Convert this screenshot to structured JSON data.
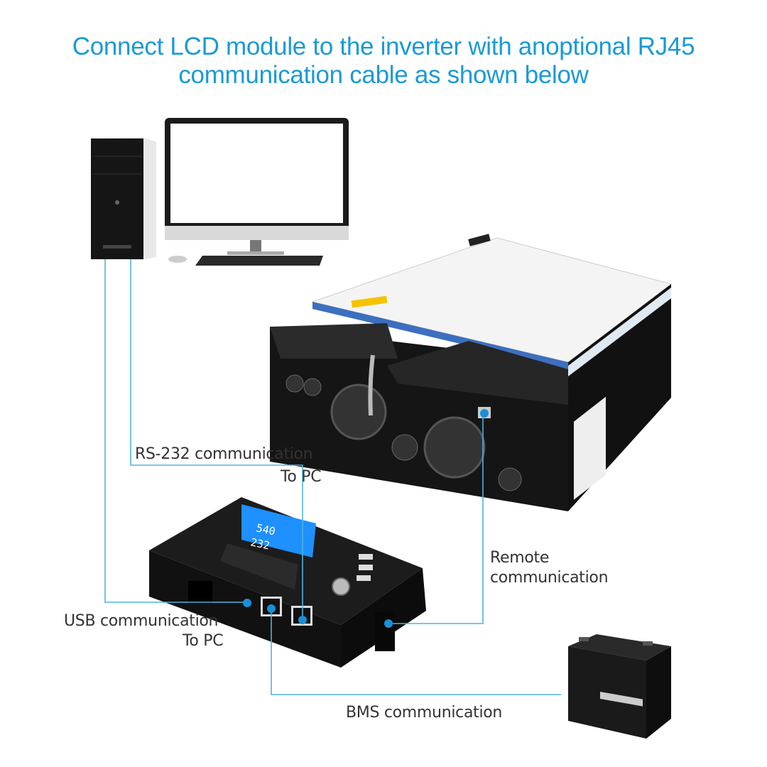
{
  "title": {
    "line1": "Connect LCD module to the inverter with anoptional RJ45",
    "line2": "communication cable as shown below"
  },
  "labels": {
    "rs232": "RS-232 communication",
    "rs232_sub": "To PC",
    "usb": "USB communication",
    "usb_sub": "To PC",
    "remote_line1": "Remote",
    "remote_line2": "communication",
    "bms": "BMS communication"
  },
  "lcd_readout": {
    "top": "540",
    "bottom": "232"
  },
  "colors": {
    "accent": "#1a9ad6",
    "line": "#4fb3e0",
    "dot": "#1a8fd6"
  }
}
